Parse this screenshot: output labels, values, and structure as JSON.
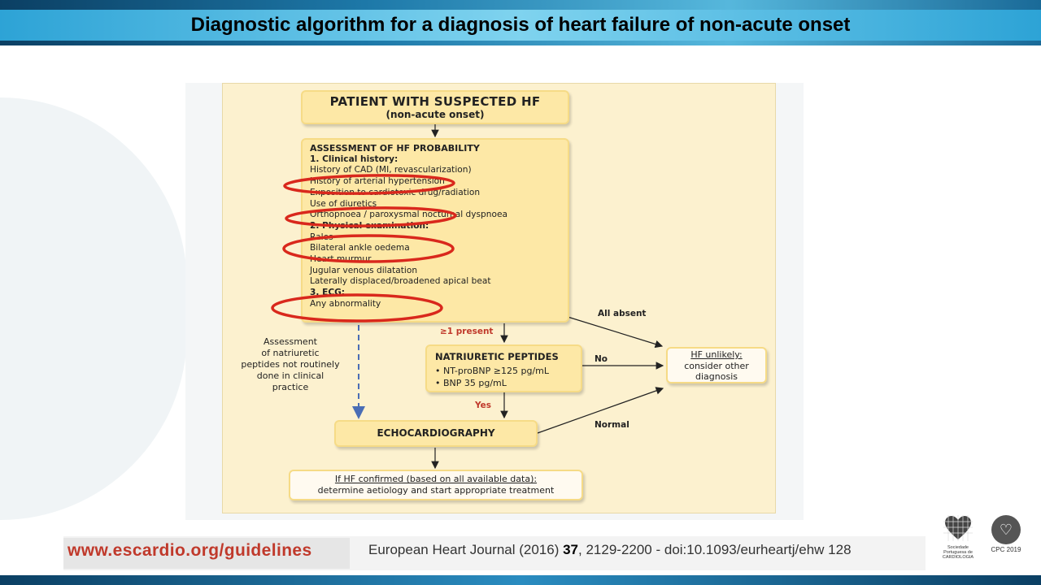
{
  "title": "Diagnostic algorithm for a diagnosis of heart failure of non-acute onset",
  "diagram": {
    "patient": {
      "line1": "PATIENT WITH SUSPECTED HF",
      "line2": "(non-acute onset)"
    },
    "assessment": {
      "heading": "ASSESSMENT OF HF PROBABILITY",
      "clinical_heading": "1. Clinical history:",
      "clinical_items": [
        "History of CAD (MI, revascularization)",
        "History of arterial hypertension",
        "Exposition to cardiotoxic drug/radiation",
        "Use of diuretics",
        "Orthopnoea / paroxysmal nocturnal dyspnoea"
      ],
      "physical_heading": "2. Physical examination:",
      "physical_items": [
        "Rales",
        "Bilateral ankle oedema",
        "Heart murmur",
        "Jugular venous dilatation",
        "Laterally displaced/broadened apical beat"
      ],
      "ecg_heading": "3. ECG:",
      "ecg_items": [
        "Any abnormality"
      ]
    },
    "natriuretic": {
      "heading": "NATRIURETIC PEPTIDES",
      "items": [
        "• NT-proBNP ≥125 pg/mL",
        "• BNP 35 pg/mL"
      ]
    },
    "echo": "ECHOCARDIOGRAPHY",
    "unlikely": {
      "line1": "HF unlikely:",
      "line2": "consider other",
      "line3": "diagnosis"
    },
    "confirmed": {
      "line1": "If HF confirmed (based on all available data):",
      "line2": "determine aetiology and start appropriate treatment"
    },
    "side_note": [
      "Assessment",
      "of natriuretic",
      "peptides not routinely",
      "done in clinical",
      "practice"
    ],
    "labels": {
      "all_absent": "All absent",
      "one_present": "≥1 present",
      "no": "No",
      "yes": "Yes",
      "normal": "Normal"
    },
    "highlight_color": "#d9281c"
  },
  "footer": {
    "url": "www.escardio.org/guidelines",
    "journal_pre": "European Heart Journal (2016) ",
    "journal_vol": "37",
    "journal_post": ", 2129-2200 - doi:10.1093/eurheartj/ehw 128",
    "logo1_text": "Sociedade Portuguesa de CARDIOLOGIA",
    "logo2_text": "CPC 2019"
  }
}
